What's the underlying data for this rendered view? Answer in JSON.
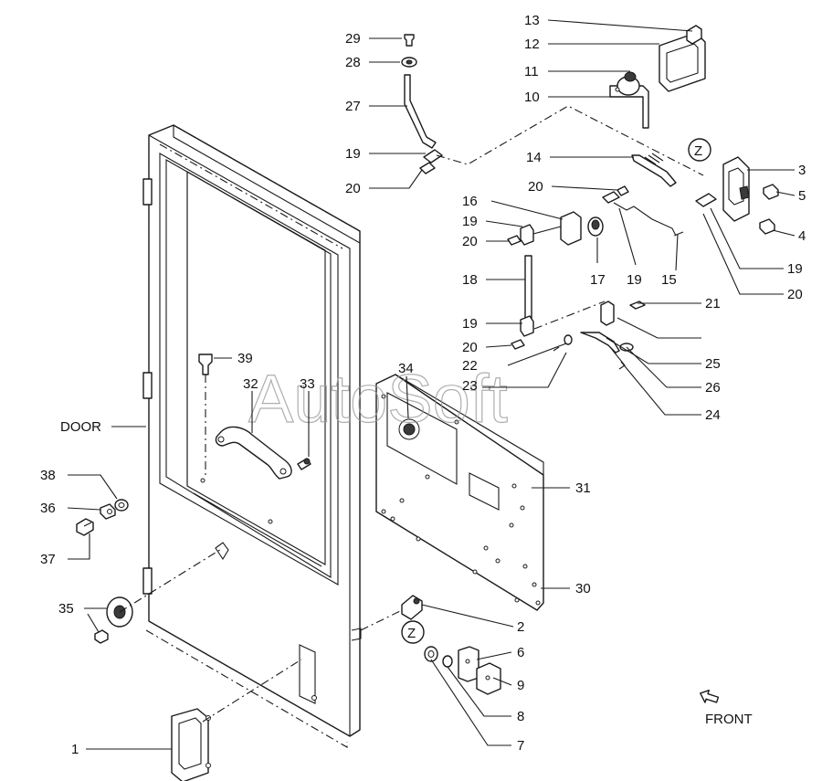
{
  "watermark": "AutoSoft",
  "door_label": "DOOR",
  "front_label": "FRONT",
  "view_marker": "Z",
  "callouts": {
    "c1": "1",
    "c2": "2",
    "c3": "3",
    "c4": "4",
    "c5": "5",
    "c6": "6",
    "c7": "7",
    "c8": "8",
    "c9": "9",
    "c10": "10",
    "c11": "11",
    "c12": "12",
    "c13": "13",
    "c14": "14",
    "c15": "15",
    "c16": "16",
    "c17": "17",
    "c18": "18",
    "c19": "19",
    "c20": "20",
    "c21": "21",
    "c22": "22",
    "c23": "23",
    "c24": "24",
    "c25": "25",
    "c26": "26",
    "c27": "27",
    "c28": "28",
    "c29": "29",
    "c30": "30",
    "c31": "31",
    "c32": "32",
    "c33": "33",
    "c34": "34",
    "c35": "35",
    "c36": "36",
    "c37": "37",
    "c38": "38",
    "c39": "39"
  }
}
